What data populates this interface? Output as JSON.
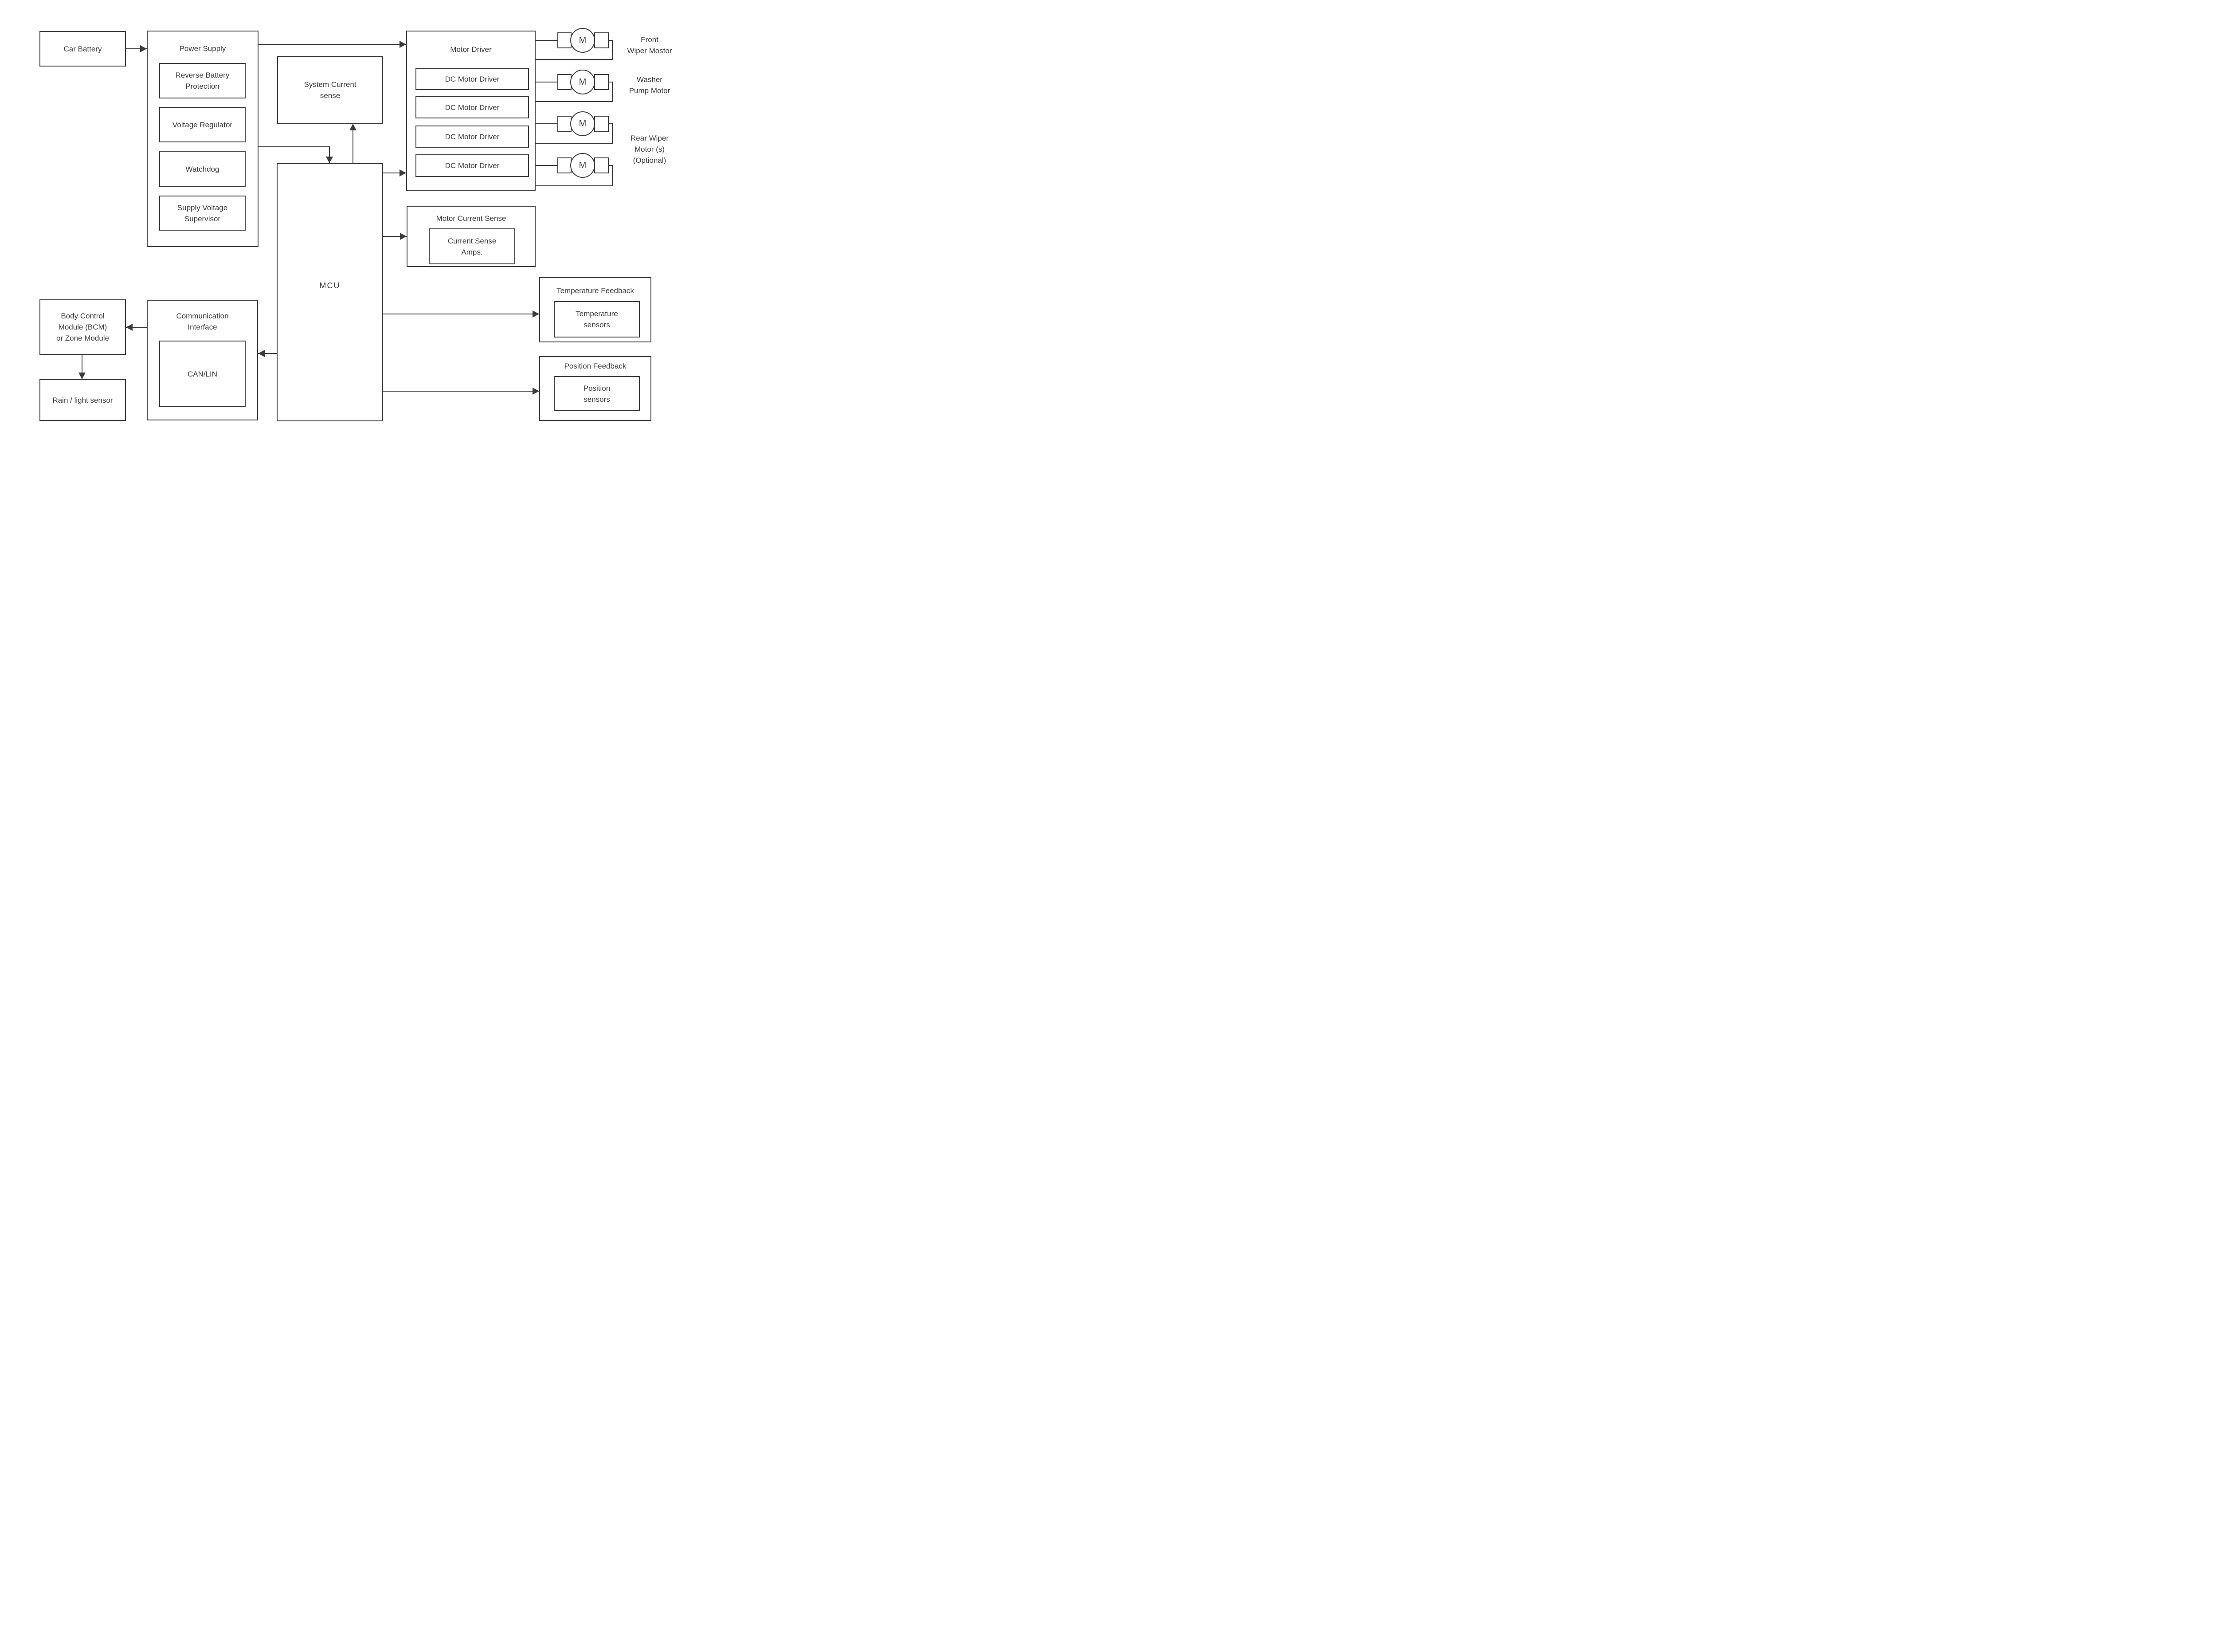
{
  "colors": {
    "ink": "#3b3b3b",
    "background": "#ffffff"
  },
  "blocks": {
    "car_battery": {
      "label": "Car Battery"
    },
    "power_supply": {
      "title": "Power Supply",
      "reverse_battery_protection": "Reverse Battery\nProtection",
      "voltage_regulator": "Voltage Regulator",
      "watchdog": "Watchdog",
      "supply_voltage_supervisor": "Supply Voltage\nSupervisor"
    },
    "system_current_sense": {
      "label": "System Current\nsense"
    },
    "mcu": {
      "label": "MCU"
    },
    "motor_driver": {
      "title": "Motor Driver",
      "channels": [
        "DC Motor Driver",
        "DC Motor Driver",
        "DC Motor Driver",
        "DC Motor Driver"
      ]
    },
    "motor_current_sense": {
      "title": "Motor Current Sense",
      "current_sense_amps": "Current Sense\nAmps."
    },
    "temperature_feedback": {
      "title": "Temperature Feedback",
      "sensors": "Temperature\nsensors"
    },
    "position_feedback": {
      "title": "Position Feedback",
      "sensors": "Position\nsensors"
    },
    "communication_interface": {
      "title": "Communication\nInterface",
      "can_lin": "CAN/LIN"
    },
    "body_control_module": {
      "label": "Body Control\nModule (BCM)\nor Zone Module"
    },
    "rain_light_sensor": {
      "label": "Rain / light sensor"
    }
  },
  "motors": {
    "symbol": "M",
    "labels": {
      "front_wiper": "Front\nWiper Mostor",
      "washer_pump": "Washer\nPump Motor",
      "rear_wiper": "Rear Wiper\nMotor (s)\n(Optional)"
    }
  }
}
